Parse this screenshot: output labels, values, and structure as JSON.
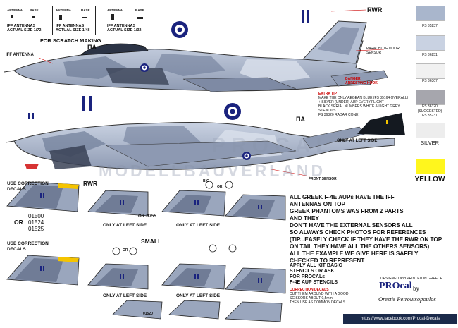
{
  "antennas": [
    {
      "title": "ANTENNA",
      "base": "BASE",
      "caption": "IFF ANTENNAS\nACTUAL SIZE 1/72"
    },
    {
      "title": "ANTENNA",
      "base": "BASE",
      "caption": "IFF ANTENNAS\nACTUAL SIZE 1/48"
    },
    {
      "title": "ANTENNA",
      "base": "BASE",
      "caption": "IFF ANTENNAS\nACTUAL SIZE 1/32"
    }
  ],
  "for_scratch": "FOR SCRATCH MAKING",
  "iff_antenna": "IFF ANTENNA",
  "rwr_top": "RWR",
  "pa_top": "ΠΑ",
  "pa_side": "ΠΑ",
  "parachute_door_sensor": "PARACHUTE DOOR\nSENSOR",
  "danger_text": "DANGER\nARRESTING HOOK",
  "extra_tip": {
    "title": "EXTRA TIP",
    "lines": [
      "MAKE THE ONLY AEGEAN BLUE (FS 35164 OVERALL)",
      "+ SILVER (UNDER) AUP EVERY FLIGHT",
      "BLACK SERIAL NUMBERS WHITE & LIGHT GREY STENCILS",
      "FS 36320 RADAR CONE"
    ]
  },
  "only_at_left_side_top": "ONLY AT LEFT SIDE",
  "front_sensor": "FRONT SENSOR",
  "watermark": "MODELLBAUVERLAND",
  "watermark2": "PROCAL",
  "swatches": [
    {
      "color": "#a9b6cc",
      "label": "FS 35237"
    },
    {
      "color": "#c9d2e2",
      "label": "FS 36251"
    },
    {
      "color": "#f1f1f1",
      "label": "FS 36307"
    },
    {
      "color": "#a6a6ad",
      "label": "FS 36320\n(SUGGESTED)\nFS 35231"
    },
    {
      "color": "#ededed",
      "label": "SILVER"
    },
    {
      "color": "#fff61d",
      "label": "YELLOW"
    }
  ],
  "use_correction_1": "USE CORRECTION\nDECALS",
  "use_correction_2": "USE CORRECTION\nDECALS",
  "rwr_fin": "RWR",
  "serials": [
    "01500",
    "01524",
    "01525"
  ],
  "or_1": "OR",
  "or_2": "OR",
  "or_3": "OR",
  "or_serial_alt": "OR 7I755",
  "small": "SMALL",
  "big": "BIG",
  "only_left_1": "ONLY AT LEFT SIDE",
  "only_left_2": "ONLY AT LEFT SIDE",
  "only_left_3": "ONLY AT LEFT SIDE",
  "only_left_4": "ONLY AT LEFT SIDE",
  "serial_bottom": "01520",
  "notes": [
    "ALL GREEK F-4E AUPs HAVE THE IFF",
    "ANTENNAS ON TOP",
    "GREEK PHANTOMS WAS FROM 2 PARTS",
    "AND THEY",
    "DON'T HAVE THE EXTERNAL SENSORS ALL",
    "SO ALWAYS CHECK PHOTOS FOR REFERENCES",
    "(TIP...EASELY CHECK IF THEY HAVE THE RWR ON TOP",
    "ON TAIL THEY HAVE ALL THE OTHERS SENSORS)",
    "ALL THE EXAMPLE WE GIVE HERE IS SAFELY",
    "CHECKED TO REPRESENT"
  ],
  "apply": [
    "APPLY ALL KIT BASIC",
    "STENCILS OR ASK",
    "FOR PROCALs",
    "F-4E AUP STENCILS"
  ],
  "correction_decals": {
    "title": "CORRECTION DECALS",
    "lines": [
      "CUT THEM AROUND WITH A GOOD",
      "SCISSORS ABOUT 0,5mm",
      "THEN USE AS COMMON DECALS"
    ]
  },
  "credit": {
    "designed": "DESIGNED and PRINTED IN GREECE",
    "brand": "PROcal",
    "by": "by",
    "author": "Orestis Petroutsopoulos"
  },
  "facebook": "https://www.facebook.com/Procal-Decals",
  "colors": {
    "greek_blue": "#1a237e",
    "brand_yellow": "#f5c400",
    "red": "#cc0000"
  }
}
